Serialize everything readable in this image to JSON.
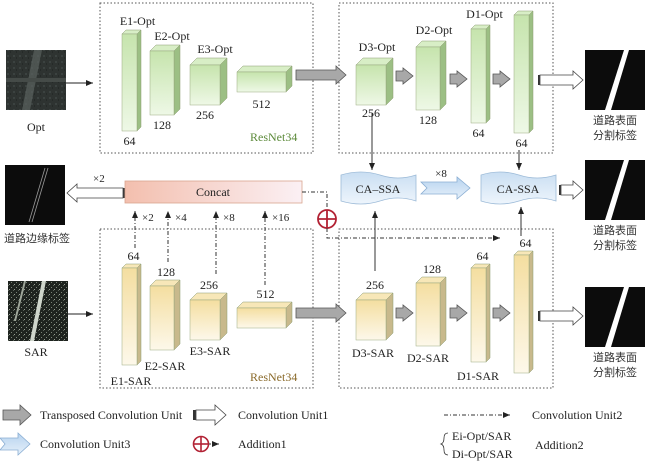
{
  "inputs": {
    "opt_label": "Opt",
    "sar_label": "SAR",
    "edge_label": "道路边缘标签"
  },
  "encoder_opt": {
    "backbone": "ResNet34",
    "blocks": [
      {
        "name": "E1-Opt",
        "channels": "64"
      },
      {
        "name": "E2-Opt",
        "channels": "128"
      },
      {
        "name": "E3-Opt",
        "channels": "256"
      },
      {
        "name": "",
        "channels": "512"
      }
    ]
  },
  "decoder_opt": {
    "blocks": [
      {
        "name": "D3-Opt",
        "channels": "256"
      },
      {
        "name": "D2-Opt",
        "channels": "128"
      },
      {
        "name": "D1-Opt",
        "channels": "64"
      },
      {
        "name": "",
        "channels": "64"
      }
    ]
  },
  "encoder_sar": {
    "backbone": "ResNet34",
    "blocks": [
      {
        "name": "E1-SAR",
        "channels": "64"
      },
      {
        "name": "E2-SAR",
        "channels": "128"
      },
      {
        "name": "E3-SAR",
        "channels": "256"
      },
      {
        "name": "",
        "channels": "512"
      }
    ]
  },
  "decoder_sar": {
    "blocks": [
      {
        "name": "D3-SAR",
        "channels": "256"
      },
      {
        "name": "D2-SAR",
        "channels": "128"
      },
      {
        "name": "D1-SAR",
        "channels": "64"
      },
      {
        "name": "",
        "channels": "64"
      }
    ]
  },
  "concat": {
    "label": "Concat",
    "output_scale": "×2",
    "input_scales": [
      "×2",
      "×4",
      "×8",
      "×16"
    ]
  },
  "ca_ssa": {
    "left_label": "CA–SSA",
    "right_label": "CA-SSA",
    "link_scale": "×8"
  },
  "outputs": {
    "label_line1": "道路表面",
    "label_line2": "分割标签"
  },
  "legend": {
    "transposed_conv": "Transposed Convolution Unit",
    "conv_unit1": "Convolution Unit1",
    "conv_unit2": "Convolution Unit2",
    "conv_unit3": "Convolution Unit3",
    "addition1": "Addition1",
    "addition2_line1": "Ei-Opt/SAR",
    "addition2_line2": "Di-Opt/SAR",
    "addition2": "Addition2"
  },
  "colors": {
    "opt_block": "#c9e6b0",
    "sar_block": "#f5e2a8",
    "concat_fill": "#f6c8b8",
    "ca_ssa_fill": "#cfe2f3",
    "addition": "#b22234",
    "transposed_arrow": "#a8a8a8"
  }
}
